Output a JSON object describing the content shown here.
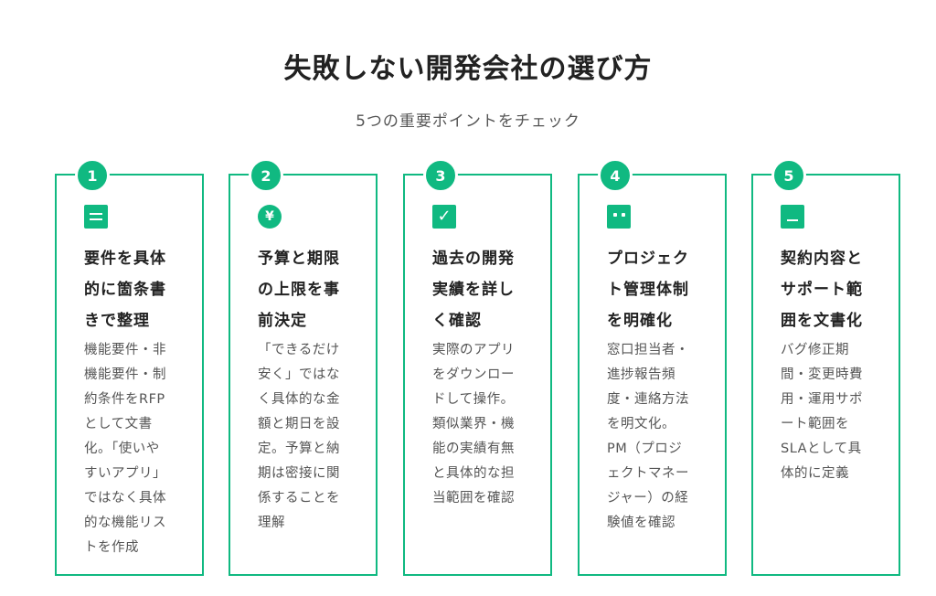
{
  "title": "失敗しない開発会社の選び方",
  "subtitle": "5つの重要ポイントをチェック",
  "accent_color": "#10b981",
  "cards": [
    {
      "number": "1",
      "icon": "document-icon",
      "heading": [
        "要件を具体",
        "的に箇条書",
        "きで整理"
      ],
      "description": [
        "機能要件・非",
        "機能要件・制",
        "約条件をRFP",
        "として文書",
        "化。「使いや",
        "すいアプリ」",
        "ではなく具体",
        "的な機能リス",
        "トを作成"
      ]
    },
    {
      "number": "2",
      "icon": "yen-icon",
      "icon_glyph": "¥",
      "heading": [
        "予算と期限",
        "の上限を事",
        "前決定"
      ],
      "description": [
        "「できるだけ",
        "安く」ではな",
        "く具体的な金",
        "額と期日を設",
        "定。予算と納",
        "期は密接に関",
        "係することを",
        "理解"
      ]
    },
    {
      "number": "3",
      "icon": "check-icon",
      "icon_glyph": "✓",
      "heading": [
        "過去の開発",
        "実績を詳し",
        "く確認"
      ],
      "description": [
        "実際のアプリ",
        "をダウンロー",
        "ドして操作。",
        "類似業界・機",
        "能の実績有無",
        "と具体的な担",
        "当範囲を確認"
      ]
    },
    {
      "number": "4",
      "icon": "person-icon",
      "heading": [
        "プロジェク",
        "ト管理体制",
        "を明確化"
      ],
      "description": [
        "窓口担当者・",
        "進捗報告頻",
        "度・連絡方法",
        "を明文化。",
        "PM（プロジ",
        "ェクトマネー",
        "ジャー）の経",
        "験値を確認"
      ]
    },
    {
      "number": "5",
      "icon": "contract-icon",
      "heading": [
        "契約内容と",
        "サポート範",
        "囲を文書化"
      ],
      "description": [
        "バグ修正期",
        "間・変更時費",
        "用・運用サポ",
        "ート範囲を",
        "SLAとして具",
        "体的に定義"
      ]
    }
  ]
}
